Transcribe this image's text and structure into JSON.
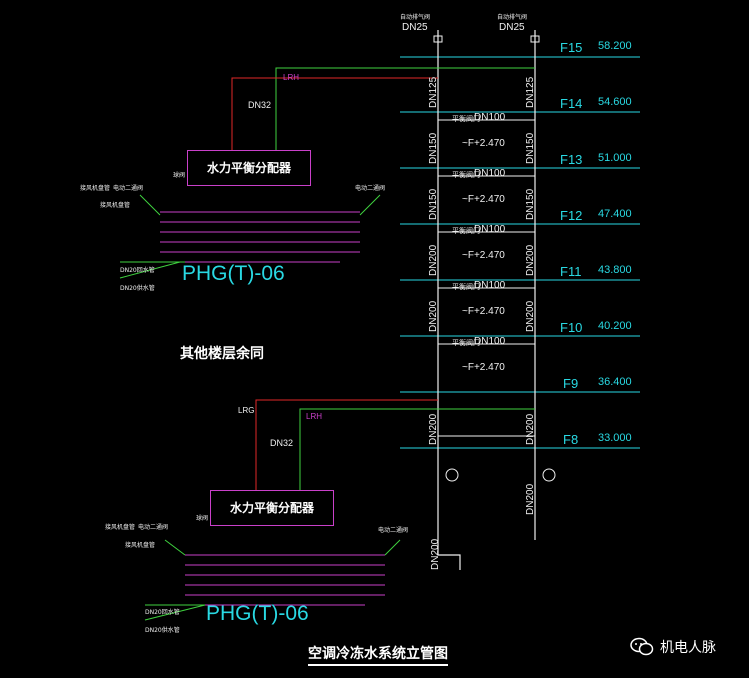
{
  "title": "空调冷冻水系统立管图",
  "note_other_floors": "其他楼层余同",
  "watermark": "机电人脉",
  "top_vents": [
    {
      "label": "自动排气阀",
      "size": "DN25"
    },
    {
      "label": "自动排气阀",
      "size": "DN25"
    }
  ],
  "floors": [
    {
      "name": "F15",
      "elev": "58.200"
    },
    {
      "name": "F14",
      "elev": "54.600"
    },
    {
      "name": "F13",
      "elev": "51.000"
    },
    {
      "name": "F12",
      "elev": "47.400"
    },
    {
      "name": "F11",
      "elev": "43.800"
    },
    {
      "name": "F10",
      "elev": "40.200"
    },
    {
      "name": "F9",
      "elev": "36.400"
    },
    {
      "name": "F8",
      "elev": "33.000"
    }
  ],
  "riser_sizes_left": [
    "DN125",
    "DN150",
    "DN150",
    "DN200",
    "DN200",
    "DN200",
    "DN200"
  ],
  "riser_sizes_right": [
    "DN125",
    "DN150",
    "DN150",
    "DN200",
    "DN200",
    "DN200",
    "DN200"
  ],
  "branch_size": "DN100",
  "branch_elev": "~F+2.470",
  "branch_valve_label": "平衡阀门",
  "manifold_upper": {
    "label": "水力平衡分配器",
    "model": "PHG(T)-06",
    "lrh": "LRH",
    "dn": "DN32",
    "notes_left": [
      "接风机盘管",
      "电动二通阀",
      "接风机盘管"
    ],
    "notes_right": [
      "电动二通阀"
    ],
    "dn20_supply": "DN20回水管",
    "dn20_return": "DN20供水管",
    "valve": "球阀"
  },
  "manifold_lower": {
    "label": "水力平衡分配器",
    "model": "PHG(T)-06",
    "lrh": "LRH",
    "lrg": "LRG",
    "dn": "DN32",
    "notes_left": [
      "接风机盘管",
      "电动二通阀",
      "接风机盘管"
    ],
    "notes_right": [
      "电动二通阀"
    ],
    "dn20_supply": "DN20回水管",
    "dn20_return": "DN20供水管",
    "valve": "球阀"
  },
  "bottom_riser": "DN200",
  "colors": {
    "floor_line": "#29d9e3",
    "supply": "#e02828",
    "return": "#3fd23f",
    "branch": "#c940c9",
    "pipe_white": "#f0f0f0"
  }
}
